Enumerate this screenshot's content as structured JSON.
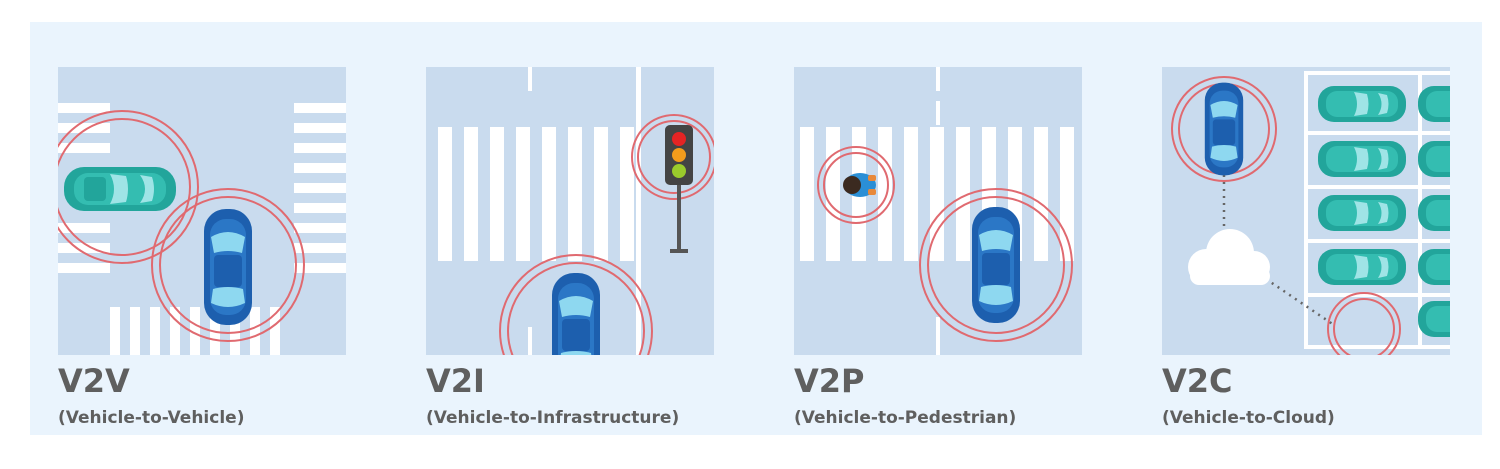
{
  "items": [
    {
      "code": "V2V",
      "description": "(Vehicle-to-Vehicle)"
    },
    {
      "code": "V2I",
      "description": "(Vehicle-to-Infrastructure)"
    },
    {
      "code": "V2P",
      "description": "(Vehicle-to-Pedestrian)"
    },
    {
      "code": "V2C",
      "description": "(Vehicle-to-Cloud)"
    }
  ],
  "colors": {
    "panel_bg": "#eaf4fd",
    "road": "#c9dbee",
    "stripes": "#ffffff",
    "car_blue": "#1d5fae",
    "car_teal": "#22a59b",
    "signal_ring": "#e06a70",
    "text": "#5f5f5f"
  }
}
